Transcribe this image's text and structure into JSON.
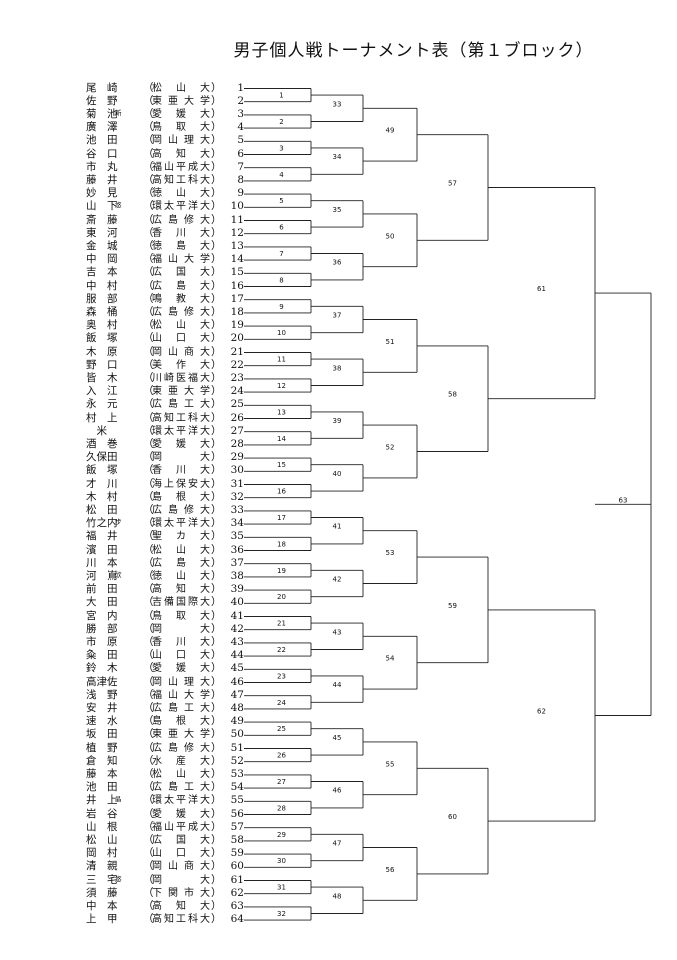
{
  "title": "男子個人戦トーナメント表（第１ブロック）",
  "players": [
    {
      "name": "尾　崎",
      "school": "松山大",
      "seed": "1"
    },
    {
      "name": "佐　野",
      "school": "東亜大学",
      "seed": "2"
    },
    {
      "name": "菊　池",
      "school": "愛媛大",
      "seed": "3",
      "tag": "新"
    },
    {
      "name": "廣　澤",
      "school": "鳥取大",
      "seed": "4"
    },
    {
      "name": "池　田",
      "school": "岡山理大",
      "seed": "5"
    },
    {
      "name": "谷　口",
      "school": "高知大",
      "seed": "6"
    },
    {
      "name": "市　丸",
      "school": "福山平成大",
      "seed": "7"
    },
    {
      "name": "藤　井",
      "school": "高知工科大",
      "seed": "8"
    },
    {
      "name": "妙　見",
      "school": "徳山大",
      "seed": "9"
    },
    {
      "name": "山　下",
      "school": "環太平洋大",
      "seed": "10",
      "tag": "悠"
    },
    {
      "name": "斎　藤",
      "school": "広島修大",
      "seed": "11"
    },
    {
      "name": "東　河",
      "school": "香川大",
      "seed": "12"
    },
    {
      "name": "金　城",
      "school": "徳島大",
      "seed": "13"
    },
    {
      "name": "中　岡",
      "school": "福山大学",
      "seed": "14"
    },
    {
      "name": "吉　本",
      "school": "広国大",
      "seed": "15"
    },
    {
      "name": "中　村",
      "school": "広島大",
      "seed": "16"
    },
    {
      "name": "服　部",
      "school": "鳴教大",
      "seed": "17"
    },
    {
      "name": "森　桶",
      "school": "広島修大",
      "seed": "18"
    },
    {
      "name": "奥　村",
      "school": "松山大",
      "seed": "19"
    },
    {
      "name": "飯　塚",
      "school": "山口大",
      "seed": "20"
    },
    {
      "name": "木　原",
      "school": "岡山商大",
      "seed": "21"
    },
    {
      "name": "野　口",
      "school": "美作大",
      "seed": "22"
    },
    {
      "name": "皆　木",
      "school": "川崎医福大",
      "seed": "23"
    },
    {
      "name": "入　江",
      "school": "東亜大学",
      "seed": "24"
    },
    {
      "name": "永　元",
      "school": "広島工大",
      "seed": "25"
    },
    {
      "name": "村　上",
      "school": "高知工科大",
      "seed": "26"
    },
    {
      "name": "　米",
      "school": "環太平洋大",
      "seed": "27"
    },
    {
      "name": "酒　巻",
      "school": "愛媛大",
      "seed": "28"
    },
    {
      "name": "久保田",
      "school": "岡大",
      "seed": "29"
    },
    {
      "name": "飯　塚",
      "school": "香川大",
      "seed": "30"
    },
    {
      "name": "才　川",
      "school": "海上保安大",
      "seed": "31"
    },
    {
      "name": "木　村",
      "school": "島根大",
      "seed": "32"
    },
    {
      "name": "松　田",
      "school": "広島修大",
      "seed": "33"
    },
    {
      "name": "竹之内",
      "school": "環太平洋大",
      "seed": "34",
      "tag": "步"
    },
    {
      "name": "福　井",
      "school": "聖カ大",
      "seed": "35"
    },
    {
      "name": "濱　田",
      "school": "松山大",
      "seed": "36"
    },
    {
      "name": "川　本",
      "school": "広島大",
      "seed": "37"
    },
    {
      "name": "河　嶌",
      "school": "徳山大",
      "seed": "38",
      "tag": "欣"
    },
    {
      "name": "前　田",
      "school": "高知大",
      "seed": "39"
    },
    {
      "name": "大　田",
      "school": "吉備国際大",
      "seed": "40"
    },
    {
      "name": "宮　内",
      "school": "鳥取大",
      "seed": "41"
    },
    {
      "name": "勝　部",
      "school": "岡大",
      "seed": "42"
    },
    {
      "name": "市　原",
      "school": "香川大",
      "seed": "43"
    },
    {
      "name": "粂　田",
      "school": "山口大",
      "seed": "44"
    },
    {
      "name": "鈴　木",
      "school": "愛媛大",
      "seed": "45"
    },
    {
      "name": "高津佐",
      "school": "岡山理大",
      "seed": "46"
    },
    {
      "name": "浅　野",
      "school": "福山大学",
      "seed": "47"
    },
    {
      "name": "安　井",
      "school": "広島工大",
      "seed": "48"
    },
    {
      "name": "速　水",
      "school": "島根大",
      "seed": "49"
    },
    {
      "name": "坂　田",
      "school": "東亜大学",
      "seed": "50"
    },
    {
      "name": "植　野",
      "school": "広島修大",
      "seed": "51"
    },
    {
      "name": "倉　知",
      "school": "水産大",
      "seed": "52"
    },
    {
      "name": "藤　本",
      "school": "松山大",
      "seed": "53"
    },
    {
      "name": "池　田",
      "school": "広島工大",
      "seed": "54"
    },
    {
      "name": "井　上",
      "school": "環太平洋大",
      "seed": "55",
      "tag": "晶"
    },
    {
      "name": "岩　谷",
      "school": "愛媛大",
      "seed": "56"
    },
    {
      "name": "山　根",
      "school": "福山平成大",
      "seed": "57"
    },
    {
      "name": "松　山",
      "school": "広国大",
      "seed": "58"
    },
    {
      "name": "岡　村",
      "school": "山口大",
      "seed": "59"
    },
    {
      "name": "清　親",
      "school": "岡山商大",
      "seed": "60"
    },
    {
      "name": "三　宅",
      "school": "岡大",
      "seed": "61",
      "tag": "悠"
    },
    {
      "name": "須　藤",
      "school": "下関市大",
      "seed": "62"
    },
    {
      "name": "中　本",
      "school": "高知大",
      "seed": "63"
    },
    {
      "name": "上　甲",
      "school": "高知工科大",
      "seed": "64"
    }
  ],
  "parens": {
    "open": "（",
    "close": "）"
  },
  "match_numbers": [
    "1",
    "2",
    "3",
    "4",
    "5",
    "6",
    "7",
    "8",
    "9",
    "10",
    "11",
    "12",
    "13",
    "14",
    "15",
    "16",
    "17",
    "18",
    "19",
    "20",
    "21",
    "22",
    "23",
    "24",
    "25",
    "26",
    "27",
    "28",
    "29",
    "30",
    "31",
    "32",
    "33",
    "34",
    "35",
    "36",
    "37",
    "38",
    "39",
    "40",
    "41",
    "42",
    "43",
    "44",
    "45",
    "46",
    "47",
    "48",
    "49",
    "50",
    "51",
    "52",
    "53",
    "54",
    "55",
    "56",
    "57",
    "58",
    "59",
    "60",
    "61",
    "62",
    "63"
  ]
}
